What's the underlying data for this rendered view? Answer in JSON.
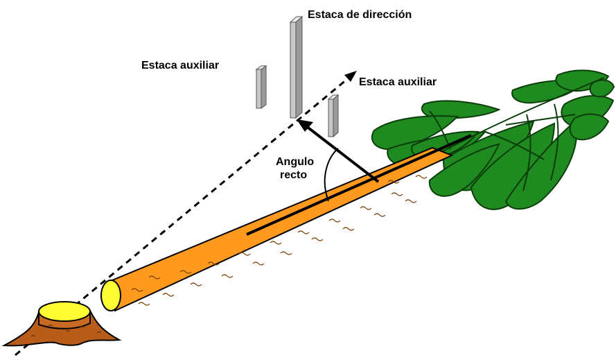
{
  "labels": {
    "direction_stake": "Estaca de dirección",
    "aux_stake_left": "Estaca auxiliar",
    "aux_stake_right": "Estaca auxiliar",
    "right_angle_line1": "Angulo",
    "right_angle_line2": "recto"
  },
  "colors": {
    "wood": "#ff9a1f",
    "wood_stroke": "#8a4a00",
    "cut_face": "#ffff33",
    "foliage": "#1f8a1f",
    "foliage_stroke": "#0b3d0b",
    "stake_fill": "#c8c8c8",
    "line": "#000000"
  }
}
